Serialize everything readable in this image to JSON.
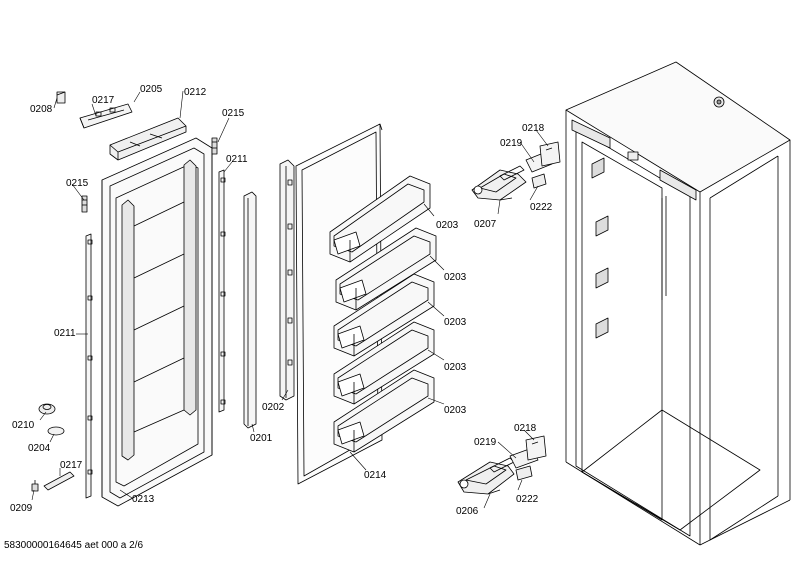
{
  "labels": {
    "p0208": "0208",
    "p0217_top": "0217",
    "p0205": "0205",
    "p0212": "0212",
    "p0215_top": "0215",
    "p0211_mid": "0211",
    "p0215_left": "0215",
    "p0211_left": "0211",
    "p0202": "0202",
    "p0201": "0201",
    "p0210": "0210",
    "p0204": "0204",
    "p0217_bottom": "0217",
    "p0209": "0209",
    "p0213": "0213",
    "p0214": "0214",
    "p0203_1": "0203",
    "p0203_2": "0203",
    "p0203_3": "0203",
    "p0203_4": "0203",
    "p0203_5": "0203",
    "p0218_top": "0218",
    "p0219_top": "0219",
    "p0222_top": "0222",
    "p0207": "0207",
    "p0218_bottom": "0218",
    "p0219_bottom": "0219",
    "p0222_bottom": "0222",
    "p0206": "0206"
  },
  "footer": {
    "code": "58300000164645 aet 000 a 2/6"
  }
}
